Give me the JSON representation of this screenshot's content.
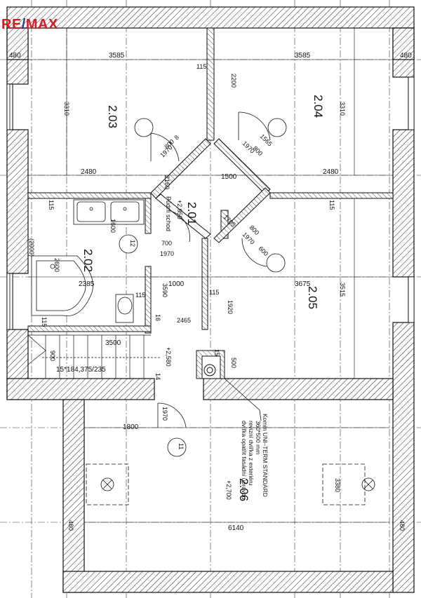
{
  "logo": {
    "brand_left": "RE",
    "brand_slash": "/",
    "brand_right": "MAX"
  },
  "rooms": {
    "r203": "2.03",
    "r204": "2.04",
    "r202": "2.02",
    "r205": "2.05",
    "r201": "2.01",
    "r206": "2.06"
  },
  "levels": {
    "r201": "+2,950",
    "r206": "+2,700",
    "stair": "+2,580"
  },
  "labels": {
    "attic_stair": "Půdní schod",
    "stair_spec": "15*184,375/235",
    "wc_dim": "(2000)",
    "door_11": "11",
    "door_12": "12",
    "door_15": "15",
    "door_14": "14",
    "door_16": "16"
  },
  "chimney_note": [
    "Komín UNI–TERM STANDARD",
    "360*500 mm",
    "revizní dvířka z exteriéru",
    "dvířka opatřit fasádní úpravou"
  ],
  "dimensions": {
    "d480_tl": "480",
    "d3585_l": "3585",
    "d3585_r": "3585",
    "d480_tr": "480",
    "d115_top": "115",
    "d2200": "2200",
    "d3310_l": "3310",
    "d3310_r": "3310",
    "d2480_l": "2480",
    "d2480_r": "2480",
    "d1500": "1500",
    "d115_l": "115",
    "d115_r": "115",
    "d1600": "1600",
    "d2160": "2160",
    "d700": "700",
    "d1970_a": "1970",
    "d1970_b": "1970",
    "d1970_c": "1970",
    "d1970_d": "1970",
    "d1970_e": "1970",
    "d800_a": "800",
    "d800_b": "800",
    "d800_c": "800",
    "d2385": "2385",
    "d3590": "3590",
    "d1000": "1000",
    "d3675": "3675",
    "d3515": "3515",
    "d115_mid": "115",
    "d115_mid2": "115",
    "d115_bath": "115",
    "d1920": "1920",
    "d2465": "2465",
    "d3500": "3500",
    "d900": "900",
    "d1800": "1800",
    "d6140": "6140",
    "d3380": "3380",
    "d480_bl": "480",
    "d480_br": "480",
    "d2600": "2600",
    "d1705": "1705",
    "d500": "500",
    "d600": "600",
    "d1565": "1565",
    "d8": "8"
  }
}
